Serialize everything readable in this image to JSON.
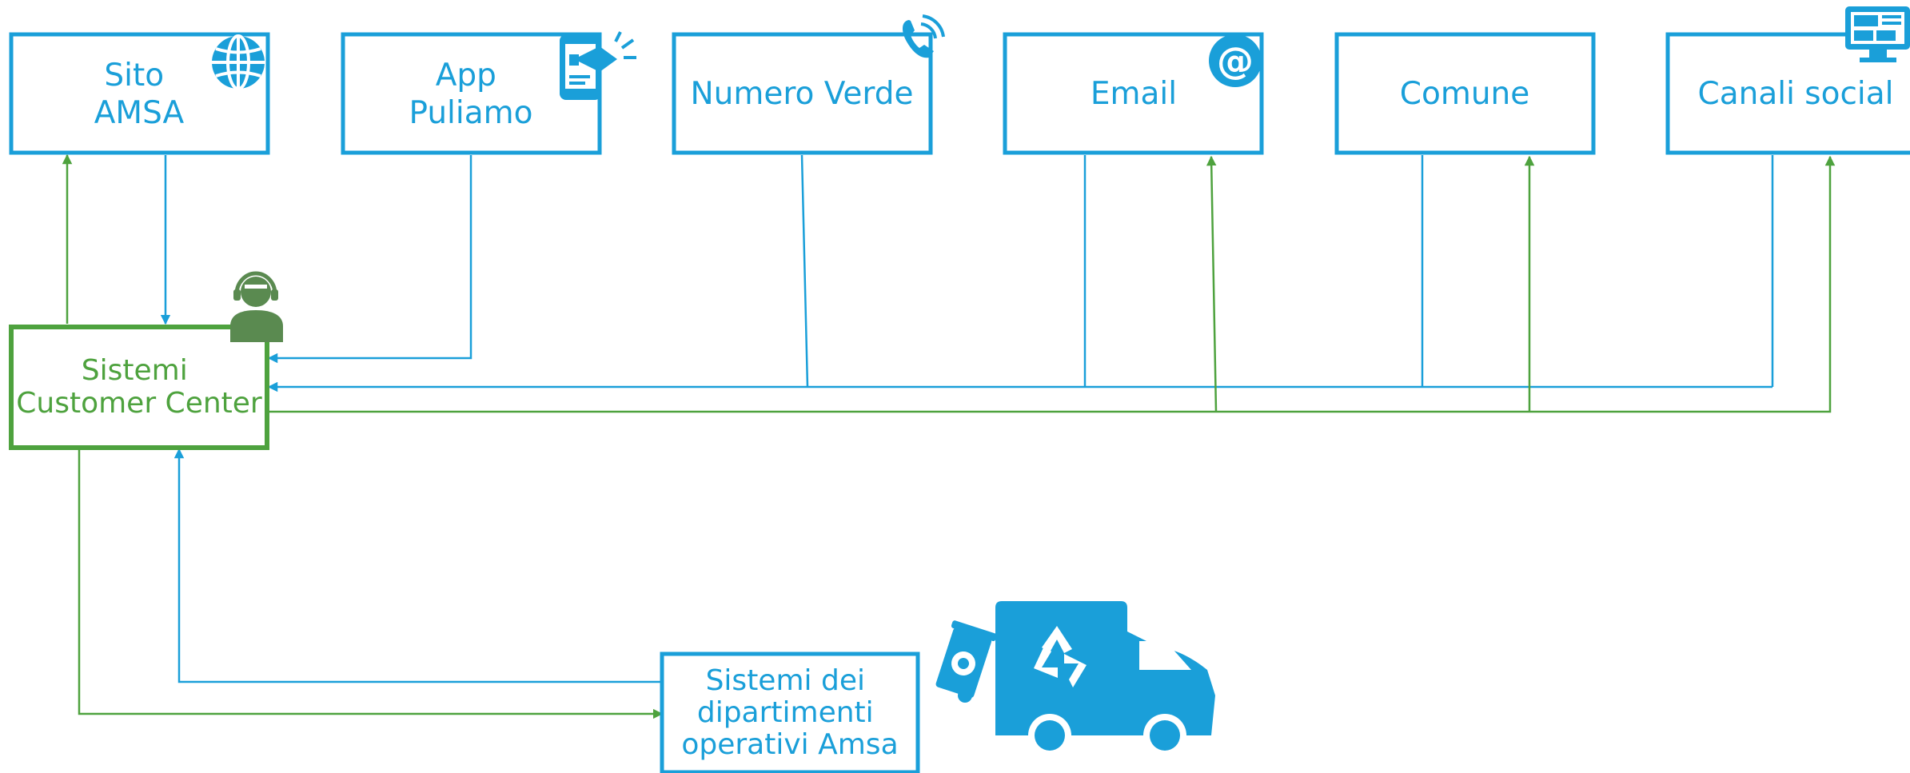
{
  "colors": {
    "blue": "#1a9fd9",
    "green": "#4ea23e",
    "agent_green": "#5a8a50"
  },
  "channels": [
    {
      "id": "sito",
      "lines": [
        "Sito",
        "AMSA"
      ],
      "icon": "globe-icon"
    },
    {
      "id": "app",
      "lines": [
        "App",
        "Puliamo"
      ],
      "icon": "phone-megaphone-icon"
    },
    {
      "id": "numero",
      "lines": [
        "Numero Verde"
      ],
      "icon": "phone-call-icon"
    },
    {
      "id": "email",
      "lines": [
        "Email"
      ],
      "icon": "at-sign-icon"
    },
    {
      "id": "comune",
      "lines": [
        "Comune"
      ],
      "icon": ""
    },
    {
      "id": "social",
      "lines": [
        "Canali social"
      ],
      "icon": "computer-screen-icon"
    }
  ],
  "customer_center": {
    "lines": [
      "Sistemi",
      "Customer Center"
    ],
    "icon": "customer-agent-icon"
  },
  "operativi": {
    "lines": [
      "Sistemi dei",
      "dipartimenti",
      "operativi Amsa"
    ],
    "icon": "recycling-truck-icon"
  }
}
